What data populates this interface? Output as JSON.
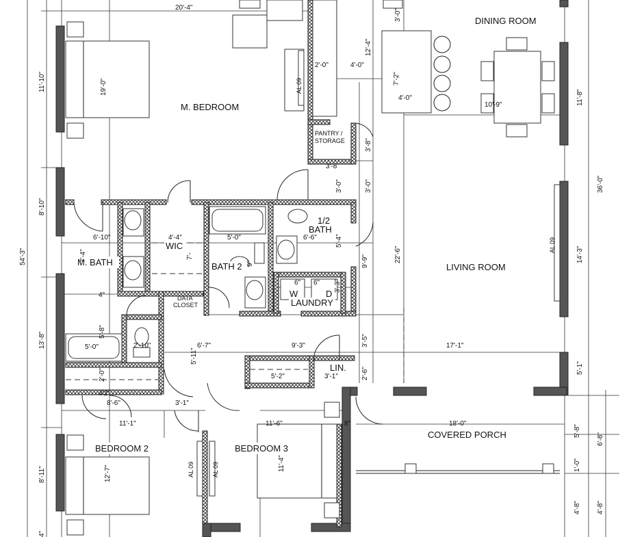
{
  "rooms": {
    "dining": "DINING  ROOM",
    "master_bedroom": "M. BEDROOM",
    "pantry_line1": "PANTRY /",
    "pantry_line2": "STORAGE",
    "half_bath_line1": "1/2",
    "half_bath_line2": "BATH",
    "wic": "WIC",
    "master_bath": "M. BATH",
    "bath2": "BATH 2",
    "living": "LIVING ROOM",
    "data_closet_line1": "DATA",
    "data_closet_line2": "CLOSET",
    "laundry": "LAUNDRY",
    "washer": "W",
    "dryer": "D",
    "linen": "LIN.",
    "bedroom2": "BEDROOM 2",
    "bedroom3": "BEDROOM 3",
    "covered_porch": "COVERED PORCH"
  },
  "dimensions": {
    "d_top": "20'-4\"",
    "d_left_11_10": "11'-10\"",
    "d_19_0": "19'-0\"",
    "d_3_0_top": "3'-0\"",
    "d_12_4": "12'-4\"",
    "d_2_0": "2'-0\"",
    "d_4_0_a": "4'-0\"",
    "d_7_2": "7'-2\"",
    "d_4_0_b": "4'-0\"",
    "d_10_9": "10'-9\"",
    "d_11_8": "11'-8\"",
    "d_3_8_v": "3'-8\"",
    "d_3_8_h": "3'-8",
    "d_36_0": "36'-0\"",
    "d_3_0_a": "3'-0\"",
    "d_3_0_b": "3'-0\"",
    "d_8_10": "8'-10\"",
    "d_54_3": "54'-3\"",
    "d_6_10": "6'-10\"",
    "d_4_4": "4'-4\"",
    "d_5_0_tub": "5'-0\"",
    "d_6_6": "6'-6\"",
    "d_5_4": "5'-4\"",
    "d_7_4": "7'-4\"",
    "d_7_b": "7'-",
    "d_22_6": "22'-6\"",
    "d_14_3": "14'-3\"",
    "d_9_9": "9'-9\"",
    "d_6_a": "6\"",
    "d_6_b": "6\"",
    "d_3_3": "3'-3\"",
    "d_9": "9\"",
    "d_4": "4\"",
    "d_13_8": "13'-8\"",
    "d_5_8": "5'-8\"",
    "d_5_0_mbtub": "5'-0\"",
    "d_2_10": "2'-10\"",
    "d_5_11": "5'-11\"",
    "d_6_7": "6'-7\"",
    "d_9_3": "9'-3\"",
    "d_3_5": "3'-5\"",
    "d_17_1": "17'-1\"",
    "d_5_1": "5'-1\"",
    "d_2_6": "2'-6\"",
    "d_5_2": "5'-2\"",
    "d_3_1_lin": "3'-1\"",
    "d_2_0_v": "2'-0\"",
    "d_4_2": "4'2\"",
    "d_8_6": "8'-6\"",
    "d_3_1_hall": "3'-1\"",
    "d_11_1": "11'-1\"",
    "d_11_6": "11'-6\"",
    "d_8": "8\"",
    "d_18_0": "18'-0\"",
    "d_5_8_porch": "5'-8\"",
    "d_6_8": "6'-8\"",
    "d_1_0": "1'-0\"",
    "d_8_11": "8'-11\"",
    "d_12_7": "12'-7\"",
    "d_11_4": "11'-4\"",
    "d_4_8_a": "4'-8\"",
    "d_4_8_b": "4'-8\"",
    "d_4_bottom": "4\""
  },
  "notes": {
    "window_tag": "AL 09"
  }
}
